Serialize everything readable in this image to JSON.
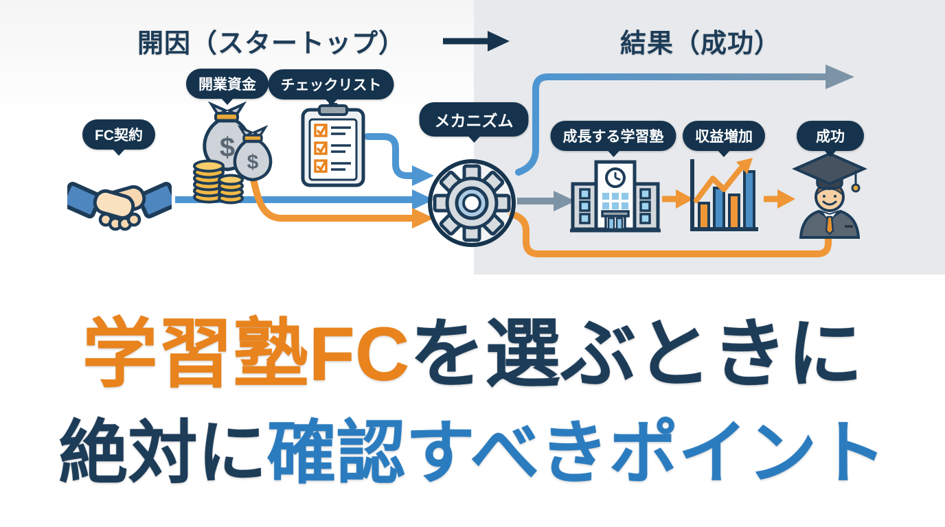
{
  "header": {
    "cause_label": "開因（スタートップ）",
    "result_label": "結果（成功）"
  },
  "flow": {
    "bubbles": {
      "fc_contract": "FC契約",
      "startup_funds": "開業資金",
      "checklist": "チェックリスト",
      "mechanism": "メカニズム",
      "growing_school": "成長する学習塾",
      "revenue_increase": "収益増加",
      "success": "成功"
    },
    "money_symbol": "$",
    "icons": [
      "handshake-icon",
      "money-bags-icon",
      "checklist-clipboard-icon",
      "gear-icon",
      "school-building-icon",
      "growth-chart-icon",
      "graduate-icon",
      "clock-icon",
      "arrow-icon"
    ]
  },
  "title": {
    "line1_highlight": "学習塾FC",
    "line1_rest": "を選ぶときに",
    "line2_start": "絶対に",
    "line2_highlight": "確認すべきポイント"
  },
  "colors": {
    "navy": "#1d3c58",
    "bubble_bg": "#15334d",
    "blue_arrow": "#4e96d2",
    "orange_arrow": "#ef9636",
    "gray_arrow": "#7d94a6",
    "right_panel_bg": "#e7e9ec",
    "title_orange": "#e8831d",
    "title_navy": "#1d3c58",
    "title_blue": "#2b7cbf",
    "coin_gold": "#f2b844"
  }
}
